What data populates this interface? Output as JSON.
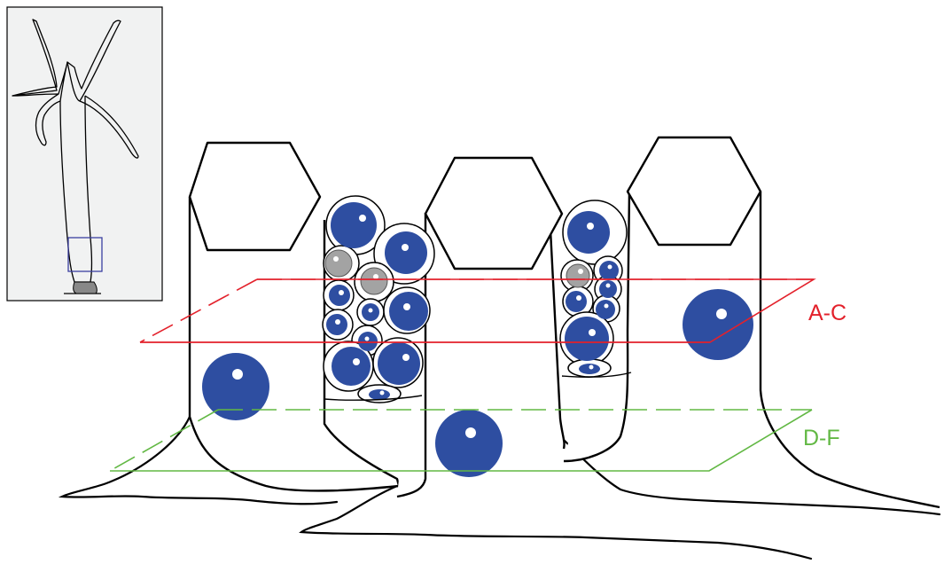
{
  "labels": {
    "plane_upper": "A-C",
    "plane_lower": "D-F"
  },
  "colors": {
    "plane_upper": "#e3212b",
    "plane_lower": "#62b844",
    "nucleus": "#2e4ea1",
    "gray_cell": "#a3a3a3",
    "outline": "#000000",
    "inset_bg": "#f1f2f2",
    "inset_box": "#3b3fa0"
  },
  "inset": {
    "organism": "hydra-polyp-icon",
    "highlight": "basal-disc-box"
  }
}
